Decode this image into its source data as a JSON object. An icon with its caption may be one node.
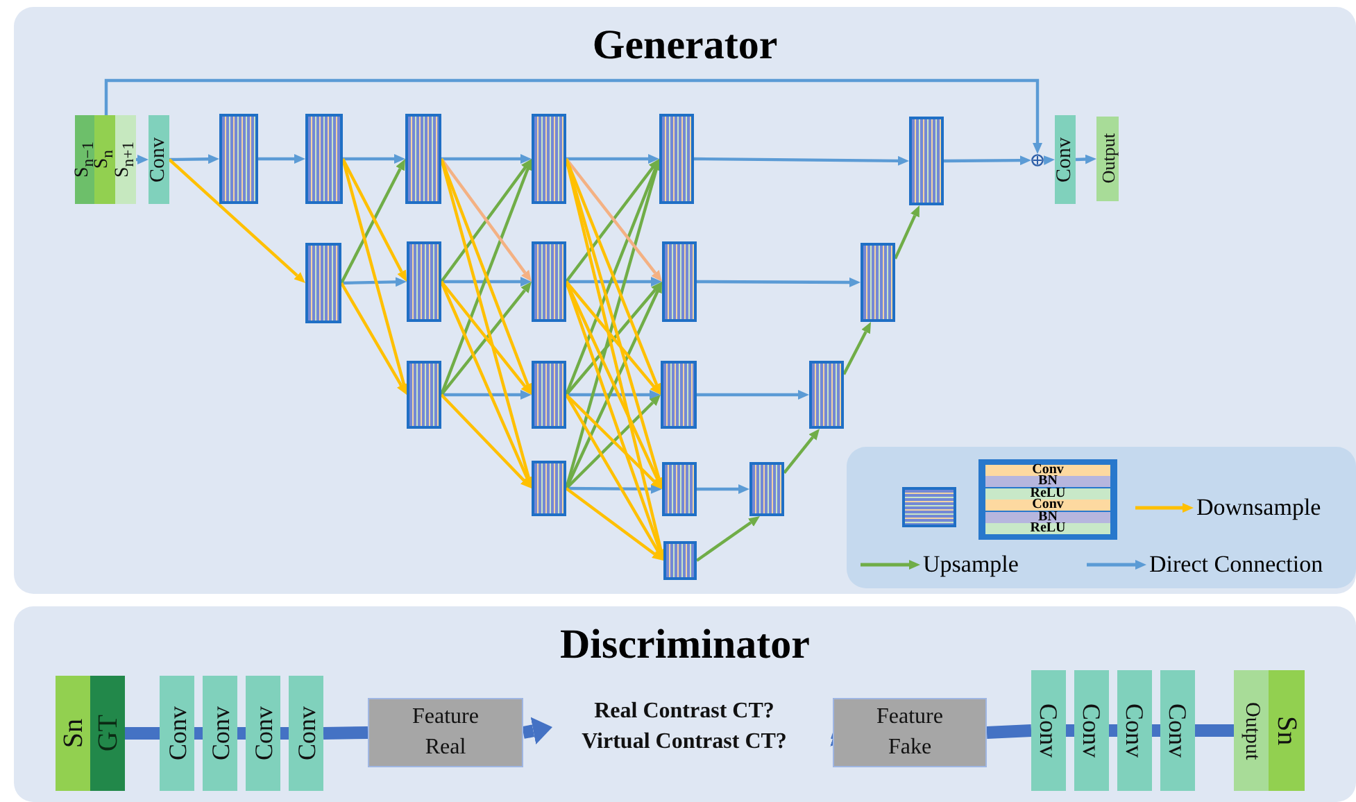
{
  "diagram": {
    "nodes": [
      {
        "text": [
          "Generator"
        ]
      },
      {
        "text": [
          "S$_{n−1}$"
        ],
        "in": 0
      },
      {
        "text": [
          "S$_{n}$"
        ],
        "in": 0
      },
      {
        "text": [
          "S$_{n+1}$"
        ],
        "in": 0
      },
      {
        "text": [
          "Conv"
        ],
        "in": 0
      },
      {
        "text": [],
        "shape": "box",
        "in": 0
      },
      {
        "text": [],
        "shape": "box",
        "in": 0
      },
      {
        "text": [],
        "shape": "box",
        "in": 0
      },
      {
        "text": [],
        "shape": "box",
        "in": 0
      },
      {
        "text": [],
        "shape": "box",
        "in": 0
      },
      {
        "text": [],
        "shape": "box",
        "in": 0
      },
      {
        "text": [],
        "shape": "box",
        "in": 0
      },
      {
        "text": [],
        "shape": "box",
        "in": 0
      },
      {
        "text": [],
        "shape": "box",
        "in": 0
      },
      {
        "text": [],
        "shape": "box",
        "in": 0
      },
      {
        "text": [],
        "shape": "box",
        "in": 0
      },
      {
        "text": [],
        "shape": "box",
        "in": 0
      },
      {
        "text": [],
        "shape": "box",
        "in": 0
      },
      {
        "text": [],
        "shape": "box",
        "in": 0
      },
      {
        "text": [],
        "shape": "box",
        "in": 0
      },
      {
        "text": [],
        "shape": "box",
        "in": 0
      },
      {
        "text": [],
        "shape": "box",
        "in": 0
      },
      {
        "text": [],
        "shape": "box",
        "in": 0
      },
      {
        "text": [],
        "shape": "box",
        "in": 0
      },
      {
        "text": [],
        "shape": "circle",
        "in": 0
      },
      {
        "text": [
          "Conv"
        ],
        "in": 0
      },
      {
        "text": [
          "Output"
        ],
        "in": 0
      },
      {
        "text": [],
        "shape": "box",
        "in": 0
      },
      {
        "text": [
          "Conv",
          "BN",
          "ReLU",
          "Conv",
          "BN",
          "ReLU"
        ],
        "in": 0
      },
      {
        "text": [
          "Discriminator"
        ]
      },
      {
        "text": [
          "Sn"
        ],
        "in": 29
      },
      {
        "text": [
          "GT"
        ],
        "in": 29
      },
      {
        "text": [
          "Conv"
        ],
        "in": 29
      },
      {
        "text": [
          "Conv"
        ],
        "in": 29
      },
      {
        "text": [
          "Conv"
        ],
        "in": 29
      },
      {
        "text": [
          "Conv"
        ],
        "in": 29
      },
      {
        "text": [
          "Feature Real"
        ],
        "in": 29
      },
      {
        "text": [
          "Real Contrast CT?",
          "Virtual Contrast CT?"
        ],
        "in": 29
      },
      {
        "text": [
          "Feature Fake"
        ],
        "in": 29
      },
      {
        "text": [
          "Conv"
        ],
        "in": 29
      },
      {
        "text": [
          "Conv"
        ],
        "in": 29
      },
      {
        "text": [
          "Conv"
        ],
        "in": 29
      },
      {
        "text": [
          "Conv"
        ],
        "in": 29
      },
      {
        "text": [
          "Output"
        ],
        "in": 29
      },
      {
        "text": [
          "Sn"
        ],
        "in": 29
      }
    ],
    "edges": [
      {
        "from": 3,
        "to": 4,
        "arrow": "to"
      },
      {
        "from": 4,
        "to": 5,
        "arrow": "to"
      },
      {
        "from": 5,
        "to": 6,
        "arrow": "to"
      },
      {
        "from": 6,
        "to": 8,
        "arrow": "to"
      },
      {
        "from": 8,
        "to": 11,
        "arrow": "to"
      },
      {
        "from": 11,
        "to": 15,
        "arrow": "to"
      },
      {
        "from": 15,
        "to": 20,
        "arrow": "to"
      },
      {
        "from": 20,
        "to": 24,
        "arrow": "to"
      },
      {
        "from": 2,
        "to": 24,
        "arrow": "to"
      },
      {
        "from": 24,
        "to": 25,
        "arrow": "to"
      },
      {
        "from": 25,
        "to": 26,
        "arrow": "to"
      },
      {
        "from": 7,
        "to": 9,
        "arrow": "to"
      },
      {
        "from": 9,
        "to": 12,
        "arrow": "to"
      },
      {
        "from": 12,
        "to": 16,
        "arrow": "to"
      },
      {
        "from": 16,
        "to": 21,
        "arrow": "to"
      },
      {
        "from": 10,
        "to": 13,
        "arrow": "to"
      },
      {
        "from": 13,
        "to": 17,
        "arrow": "to"
      },
      {
        "from": 17,
        "to": 22,
        "arrow": "to"
      },
      {
        "from": 14,
        "to": 18,
        "arrow": "to"
      },
      {
        "from": 18,
        "to": 23,
        "arrow": "to"
      },
      {
        "from": 19,
        "to": 23,
        "arrow": "to",
        "color": "#70ad47"
      },
      {
        "from": 23,
        "to": 22,
        "arrow": "to",
        "color": "#70ad47"
      },
      {
        "from": 22,
        "to": 21,
        "arrow": "to",
        "color": "#70ad47"
      },
      {
        "from": 21,
        "to": 20,
        "arrow": "to",
        "color": "#70ad47"
      },
      {
        "from": 7,
        "to": 8,
        "arrow": "to",
        "color": "#70ad47"
      },
      {
        "from": 9,
        "to": 11,
        "arrow": "to",
        "color": "#70ad47"
      },
      {
        "from": 10,
        "to": 11,
        "arrow": "to",
        "color": "#70ad47"
      },
      {
        "from": 10,
        "to": 12,
        "arrow": "to",
        "color": "#70ad47"
      },
      {
        "from": 12,
        "to": 15,
        "arrow": "to",
        "color": "#70ad47"
      },
      {
        "from": 13,
        "to": 15,
        "arrow": "to",
        "color": "#70ad47"
      },
      {
        "from": 13,
        "to": 16,
        "arrow": "to",
        "color": "#70ad47"
      },
      {
        "from": 14,
        "to": 15,
        "arrow": "to",
        "color": "#70ad47"
      },
      {
        "from": 14,
        "to": 16,
        "arrow": "to",
        "color": "#70ad47"
      },
      {
        "from": 14,
        "to": 17,
        "arrow": "to",
        "color": "#70ad47"
      },
      {
        "from": 4,
        "to": 7,
        "arrow": "to",
        "color": "#ffc000"
      },
      {
        "from": 6,
        "to": 9,
        "arrow": "to",
        "color": "#ffc000"
      },
      {
        "from": 6,
        "to": 10,
        "arrow": "to",
        "color": "#ffc000"
      },
      {
        "from": 7,
        "to": 10,
        "arrow": "to",
        "color": "#ffc000"
      },
      {
        "from": 8,
        "to": 12,
        "arrow": "to",
        "color": "#f4b183"
      },
      {
        "from": 8,
        "to": 13,
        "arrow": "to",
        "color": "#ffc000"
      },
      {
        "from": 8,
        "to": 14,
        "arrow": "to",
        "color": "#ffc000"
      },
      {
        "from": 9,
        "to": 13,
        "arrow": "to",
        "color": "#ffc000"
      },
      {
        "from": 9,
        "to": 14,
        "arrow": "to",
        "color": "#ffc000"
      },
      {
        "from": 10,
        "to": 14,
        "arrow": "to",
        "color": "#ffc000"
      },
      {
        "from": 11,
        "to": 16,
        "arrow": "to",
        "color": "#f4b183"
      },
      {
        "from": 11,
        "to": 17,
        "arrow": "to",
        "color": "#ffc000"
      },
      {
        "from": 11,
        "to": 18,
        "arrow": "to",
        "color": "#ffc000"
      },
      {
        "from": 11,
        "to": 19,
        "arrow": "to",
        "color": "#ffc000"
      },
      {
        "from": 12,
        "to": 17,
        "arrow": "to",
        "color": "#ffc000"
      },
      {
        "from": 12,
        "to": 18,
        "arrow": "to",
        "color": "#ffc000"
      },
      {
        "from": 12,
        "to": 19,
        "arrow": "to",
        "color": "#ffc000"
      },
      {
        "from": 13,
        "to": 18,
        "arrow": "to",
        "color": "#ffc000"
      },
      {
        "from": 13,
        "to": 19,
        "arrow": "to",
        "color": "#ffc000"
      },
      {
        "from": 14,
        "to": 19,
        "arrow": "to",
        "color": "#ffc000"
      },
      {
        "from": 31,
        "to": 32,
        "arrow": "none",
        "style": "thick",
        "color": "#4472c4"
      },
      {
        "from": 32,
        "to": 33,
        "arrow": "none",
        "style": "thick",
        "color": "#4472c4"
      },
      {
        "from": 33,
        "to": 34,
        "arrow": "none",
        "style": "thick",
        "color": "#4472c4"
      },
      {
        "from": 34,
        "to": 35,
        "arrow": "none",
        "style": "thick",
        "color": "#4472c4"
      },
      {
        "from": 35,
        "to": 36,
        "arrow": "none",
        "style": "thick",
        "color": "#4472c4"
      },
      {
        "from": 36,
        "to": 37,
        "arrow": "to",
        "style": "thick",
        "color": "#4472c4"
      },
      {
        "from": 43,
        "to": 42,
        "arrow": "none",
        "style": "thick",
        "color": "#4472c4"
      },
      {
        "from": 42,
        "to": 41,
        "arrow": "none",
        "style": "thick",
        "color": "#4472c4"
      },
      {
        "from": 41,
        "to": 40,
        "arrow": "none",
        "style": "thick",
        "color": "#4472c4"
      },
      {
        "from": 40,
        "to": 39,
        "arrow": "none",
        "style": "thick",
        "color": "#4472c4"
      },
      {
        "from": 39,
        "to": 38,
        "arrow": "none",
        "style": "thick",
        "color": "#4472c4"
      },
      {
        "from": 38,
        "to": 37,
        "arrow": "to",
        "style": "thick",
        "color": "#4472c4"
      }
    ],
    "legend": [
      {
        "text": "Downsample"
      },
      {
        "text": "Upsample"
      },
      {
        "text": "Direct Connection"
      }
    ]
  }
}
